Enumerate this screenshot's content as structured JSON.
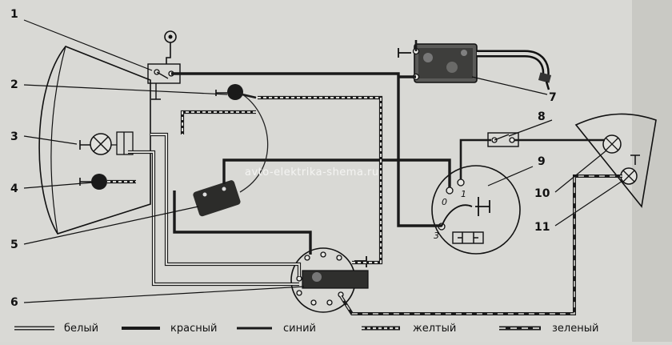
{
  "callouts": [
    "1",
    "2",
    "3",
    "4",
    "5",
    "6",
    "7",
    "8",
    "9",
    "10",
    "11"
  ],
  "terminal_labels": {
    "t0": "0",
    "t1": "1",
    "t3": "3"
  },
  "watermark": "avto-elektrika-shema.ru",
  "legend": [
    {
      "label": "белый",
      "style": "white"
    },
    {
      "label": "красный",
      "style": "red"
    },
    {
      "label": "синий",
      "style": "blue"
    },
    {
      "label": "желтый",
      "style": "yellow"
    },
    {
      "label": "зеленый",
      "style": "green"
    }
  ]
}
